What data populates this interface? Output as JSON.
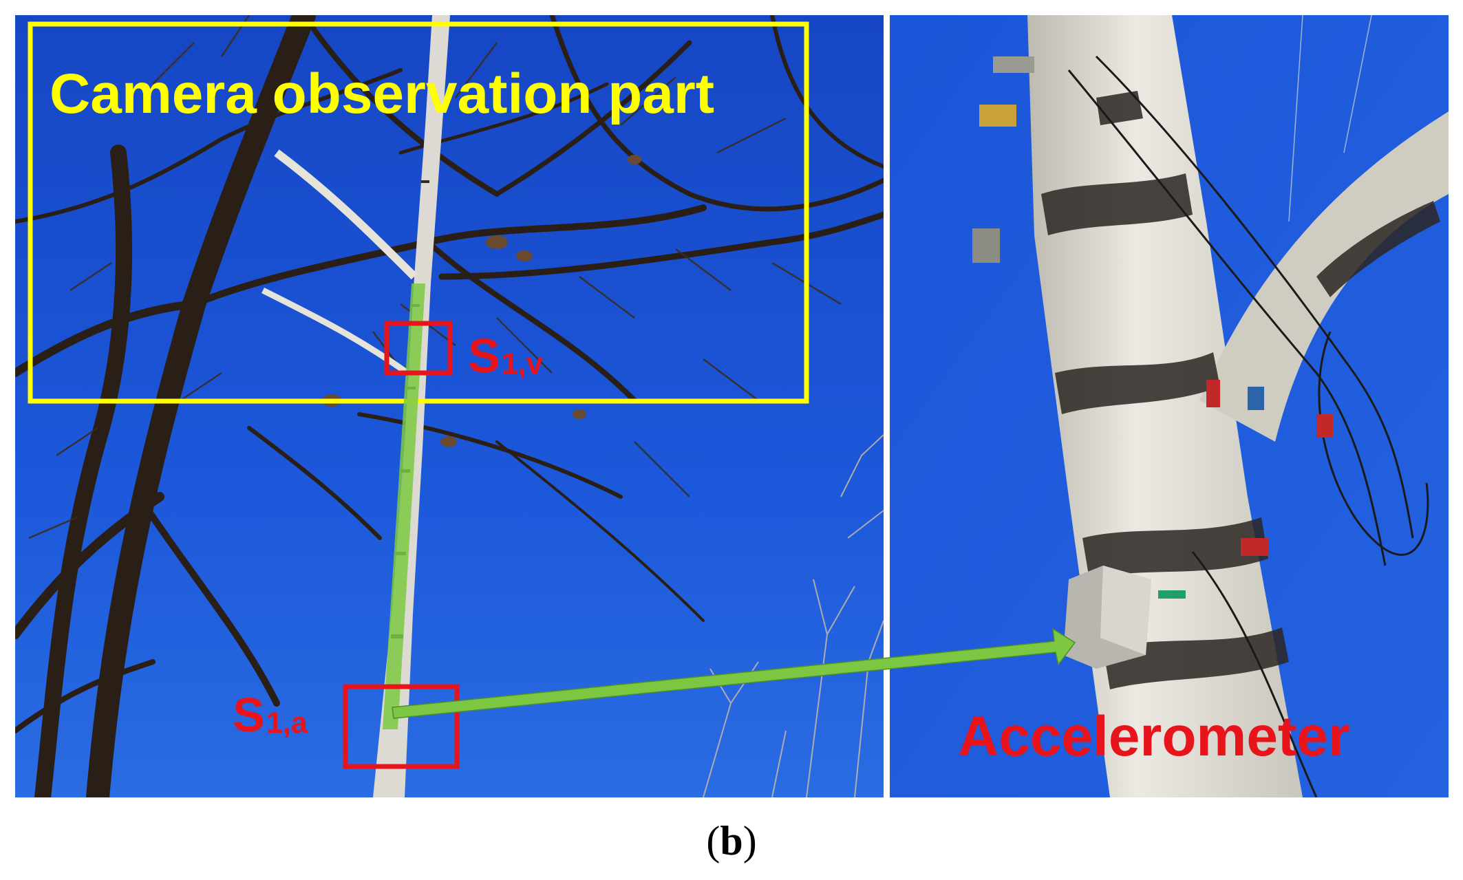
{
  "labels": {
    "camera_observation": "Camera observation part",
    "s1v_main": "S",
    "s1v_sub": "1,v",
    "s1a_main": "S",
    "s1a_sub": "1,a",
    "accelerometer": "Accelerometer"
  },
  "caption": {
    "open": "(",
    "letter": "b",
    "close": ")"
  },
  "colors": {
    "sky": "#1a55d8",
    "annotation_yellow": "#ffff00",
    "annotation_red": "#e8141c",
    "highlight_green": "#7cc843",
    "bark": "#d8d6cc",
    "branch": "#2b2118"
  }
}
